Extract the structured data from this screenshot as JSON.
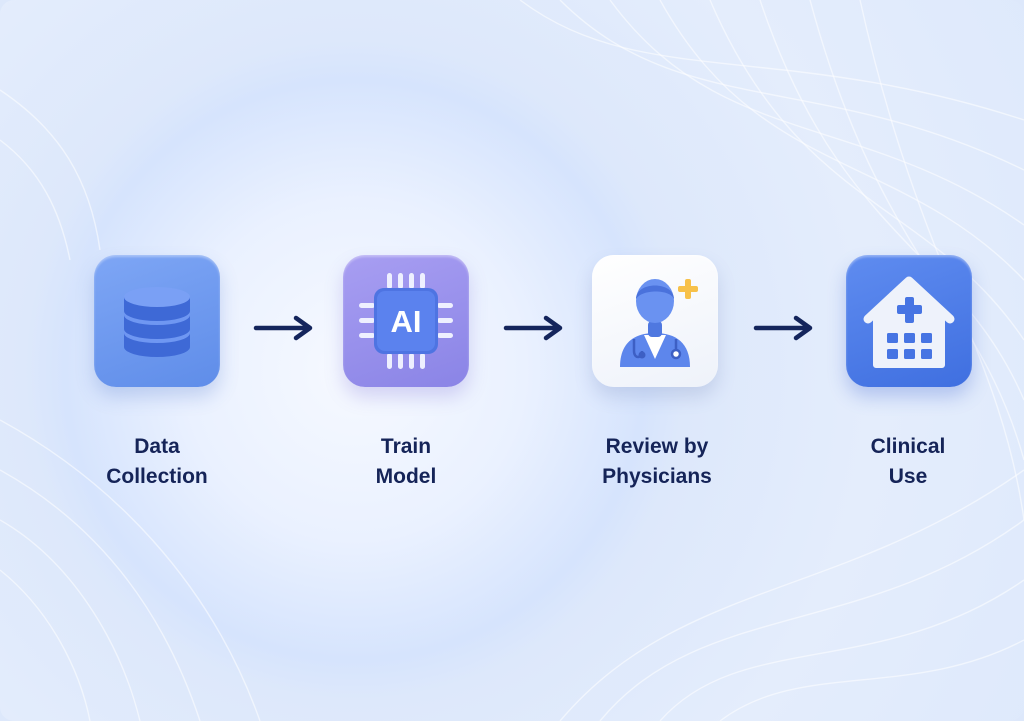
{
  "steps": [
    {
      "line1": "Data",
      "line2": "Collection",
      "icon": "database-icon"
    },
    {
      "line1": "Train",
      "line2": "Model",
      "icon": "ai-chip-icon",
      "icon_text": "AI"
    },
    {
      "line1": "Review by",
      "line2": "Physicians",
      "icon": "physician-icon"
    },
    {
      "line1": "Clinical",
      "line2": "Use",
      "icon": "hospital-icon"
    }
  ],
  "colors": {
    "label": "#152458",
    "arrow": "#14255c",
    "data_tile": "#6b96ee",
    "train_tile": "#9890ec",
    "review_tile": "#ffffff",
    "clinical_tile": "#4f7ce8",
    "plus_accent": "#f7c14a"
  }
}
